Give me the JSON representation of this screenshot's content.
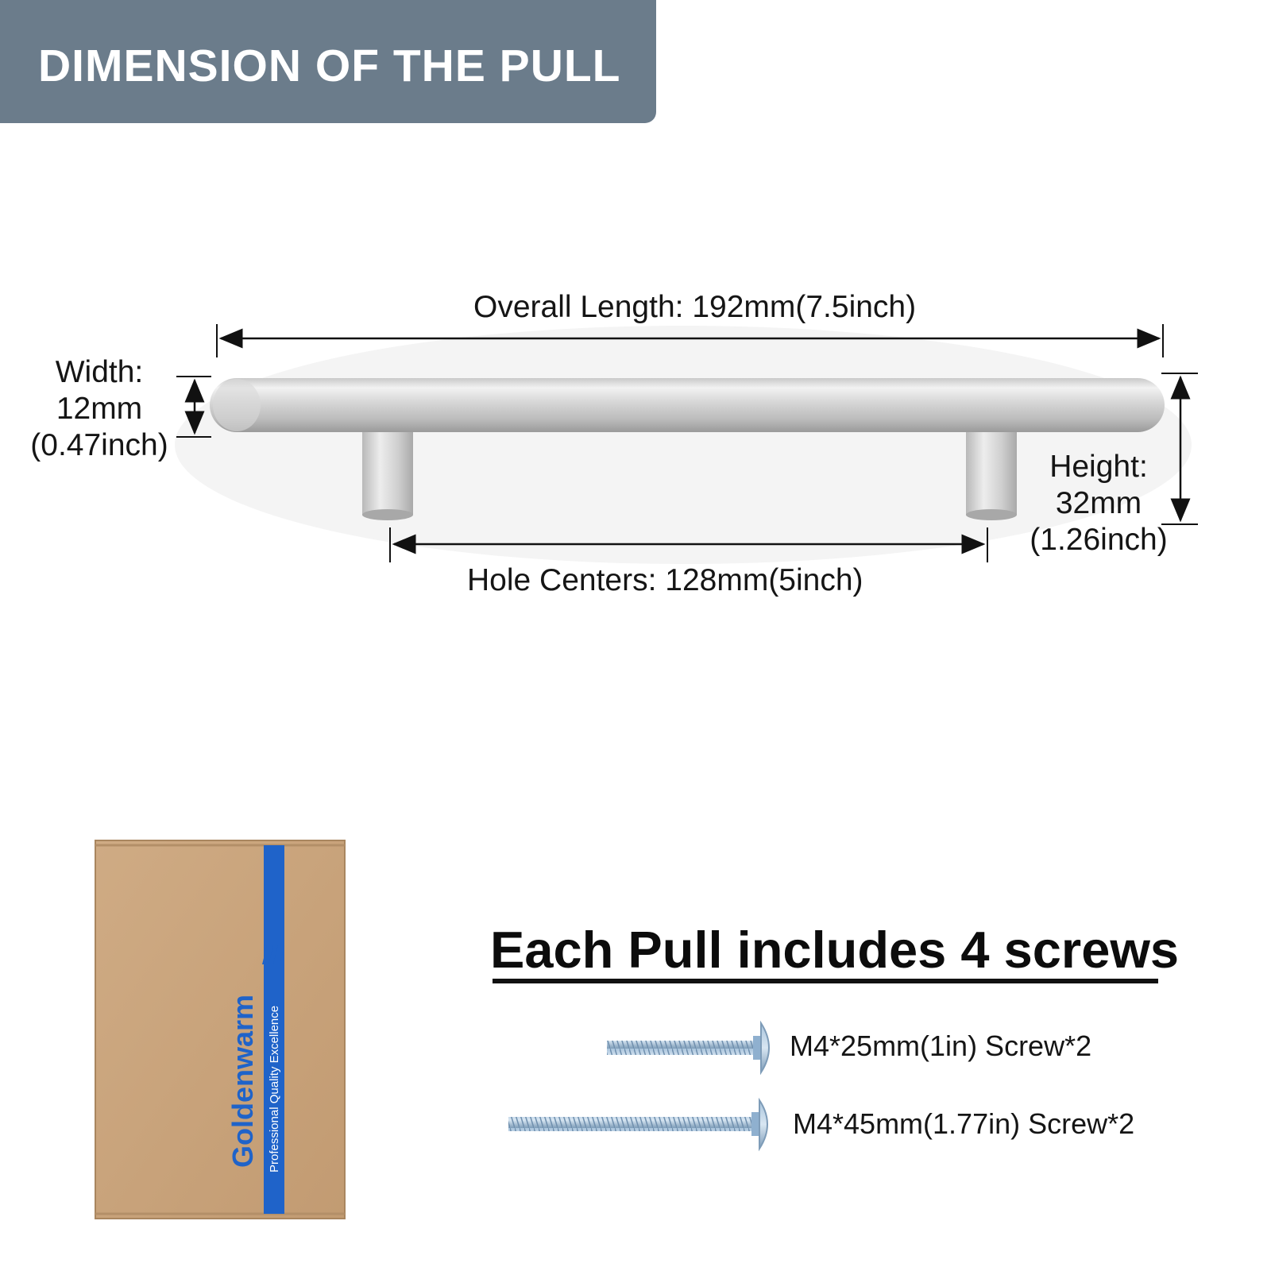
{
  "header": {
    "title": "DIMENSION OF THE PULL",
    "background_color": "#6b7c8b"
  },
  "dimensions": {
    "overall_length": "Overall Length: 192mm(7.5inch)",
    "hole_centers": "Hole Centers: 128mm(5inch)",
    "width": {
      "line1": "Width:",
      "line2": "12mm",
      "line3": "(0.47inch)"
    },
    "height": {
      "line1": "Height:",
      "line2": "32mm",
      "line3": "(1.26inch)"
    }
  },
  "screws": {
    "title": "Each Pull includes 4 screws",
    "items": [
      {
        "label": "M4*25mm(1in) Screw*2"
      },
      {
        "label": "M4*45mm(1.77in) Screw*2"
      }
    ]
  },
  "box": {
    "brand": "Goldenwarm",
    "tagline": "Professional Quality Excellence",
    "cardboard_color": "#c9a47c",
    "stripe_color": "#1f63c9"
  }
}
